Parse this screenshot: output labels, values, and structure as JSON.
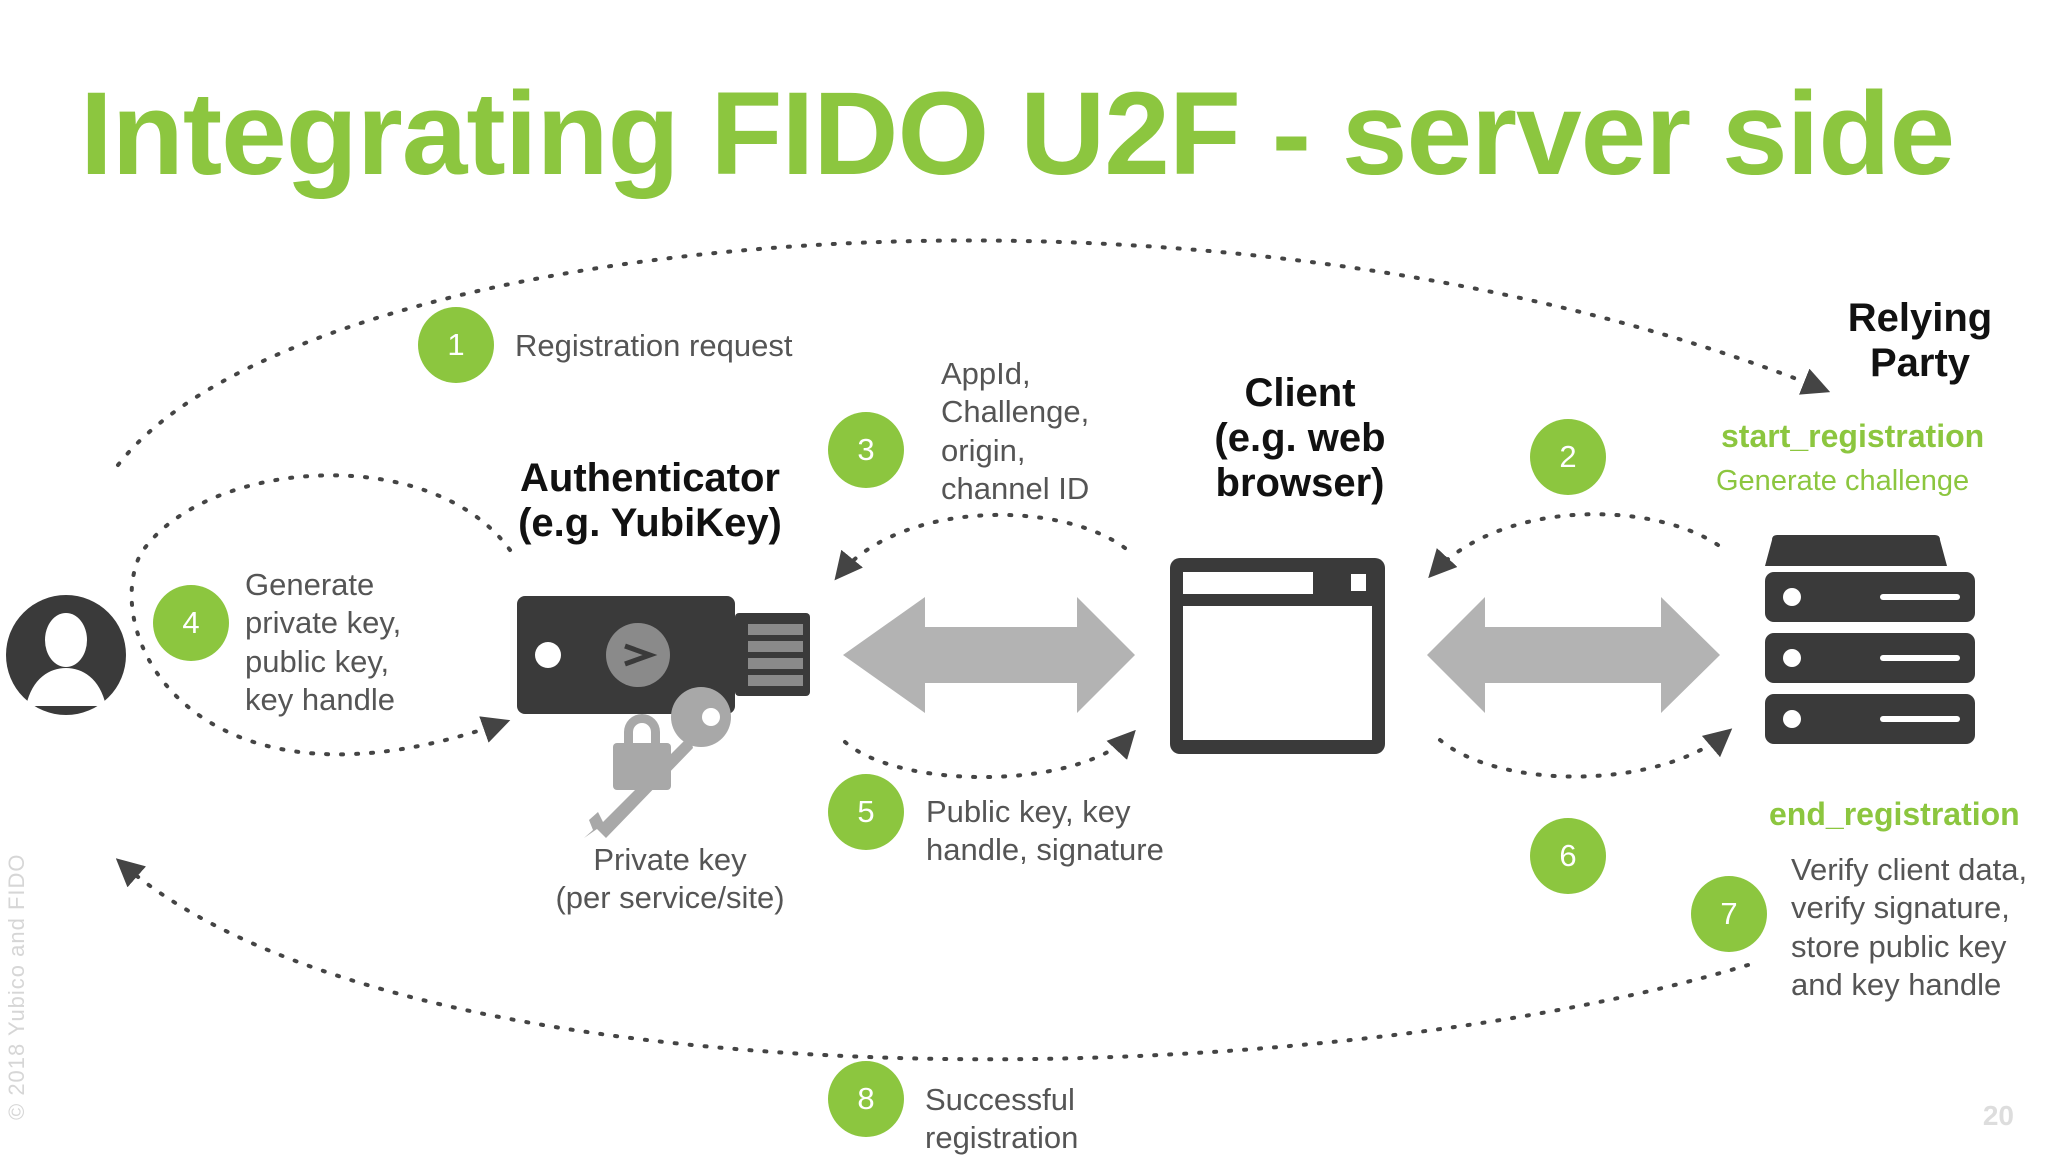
{
  "title": "Integrating FIDO U2F - server side",
  "steps": [
    {
      "num": "1",
      "label": "Registration request"
    },
    {
      "num": "2",
      "label": ""
    },
    {
      "num": "3",
      "label": "AppId,\nChallenge,\norigin,\nchannel ID"
    },
    {
      "num": "4",
      "label": "Generate\nprivate key,\npublic key,\nkey handle"
    },
    {
      "num": "5",
      "label": "Public key, key\nhandle, signature"
    },
    {
      "num": "6",
      "label": ""
    },
    {
      "num": "7",
      "label": "Verify client data,\nverify signature,\nstore public key\nand key handle"
    },
    {
      "num": "8",
      "label": "Successful\nregistration"
    }
  ],
  "actors": {
    "authenticator": "Authenticator\n(e.g. YubiKey)",
    "client": "Client\n(e.g. web\nbrowser)",
    "relying_party": "Relying\nParty"
  },
  "relying_party": {
    "start_registration": "start_registration",
    "generate_challenge": "Generate challenge",
    "end_registration": "end_registration"
  },
  "private_key_caption": "Private key\n(per service/site)",
  "footer": {
    "copyright": "© 2018 Yubico and FIDO",
    "page_number": "20"
  },
  "colors": {
    "accent": "#8cc63f",
    "icon_dark": "#3a3a3a",
    "arrow_gray": "#b3b3b3"
  }
}
